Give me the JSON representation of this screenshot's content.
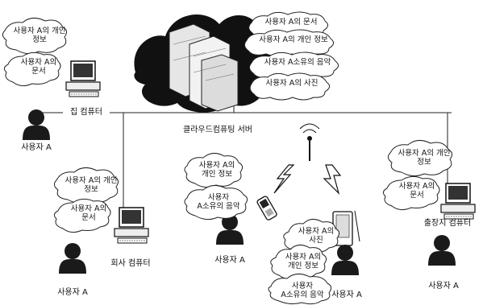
{
  "server_label": "클라우드컴퓨팅 서버",
  "server_bubbles": [
    "사용자 A의 문서",
    "사용자 A의 개인 정보",
    "사용자 A소유의 음악",
    "사용자 A의 사진"
  ],
  "home": {
    "label": "집 컴퓨터",
    "user": "사용자 A",
    "bubble1": [
      "사용자 A의 개인",
      "정보"
    ],
    "bubble2": [
      "사용자 A의",
      "문서"
    ]
  },
  "office": {
    "label": "회사 컴퓨터",
    "user": "사용자 A",
    "bubble1": [
      "사용자 A의 개인",
      "정보"
    ],
    "bubble2": [
      "사용자 A의",
      "문서"
    ]
  },
  "mobile": {
    "user": "사용자 A",
    "bubble1": [
      "사용자 A의",
      "개인 정보"
    ],
    "bubble2": [
      "사용자",
      "A소유의 음악"
    ]
  },
  "pda": {
    "user": "사용자 A",
    "bubble1": [
      "사용자 A의",
      "사진"
    ],
    "bubble2": [
      "사용자 A의",
      "개인 정보"
    ],
    "bubble3": [
      "사용자",
      "A소유의 음악"
    ]
  },
  "trip": {
    "label": "출장지 컴퓨터",
    "user": "사용자 A",
    "bubble1": [
      "사용자 A의 개인",
      "정보"
    ],
    "bubble2": [
      "사용자 A의",
      "문서"
    ]
  }
}
